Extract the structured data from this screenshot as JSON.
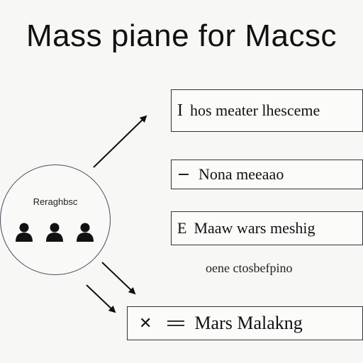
{
  "title": "Mass piane for Macsc",
  "circle": {
    "label": "Reraghbsc",
    "icons": [
      "person-icon",
      "person-icon",
      "person-icon"
    ]
  },
  "boxes": [
    {
      "lead": "I",
      "text": "hos meater lhesceme"
    },
    {
      "icon": "dash-icon",
      "text": "Nona meeaao"
    },
    {
      "lead": "E",
      "text": "Maaw wars meshig"
    },
    {
      "icon": "close-icon",
      "icon2": "menu-lines-icon",
      "text": "Mars Malakng"
    }
  ],
  "note": "oene ctosbefpino",
  "colors": {
    "stroke": "#333333",
    "circle_border": "#4a4a5a",
    "background": "#f7f7f5"
  }
}
